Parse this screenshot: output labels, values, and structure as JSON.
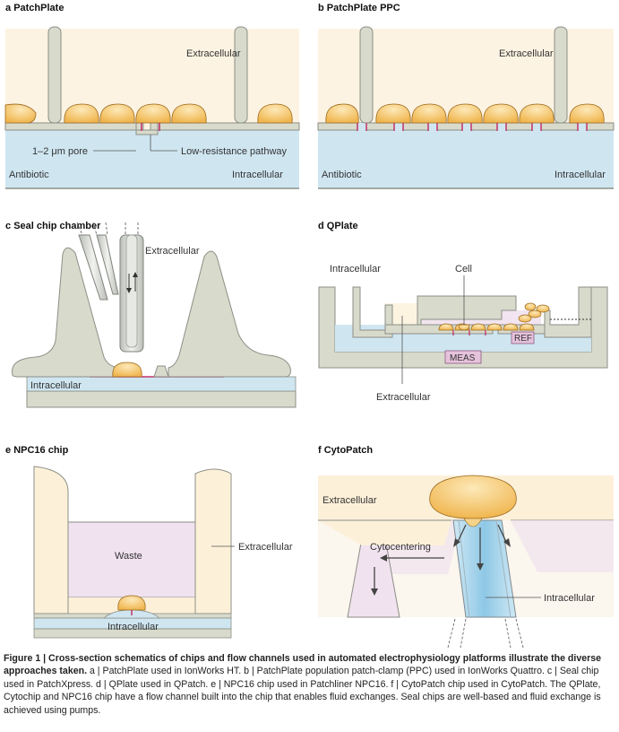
{
  "panels": {
    "a": {
      "letter": "a",
      "title": "PatchPlate",
      "extracellular": "Extracellular",
      "pore": "1–2 μm pore",
      "pathway": "Low-resistance pathway",
      "antibiotic": "Antibiotic",
      "intracellular": "Intracellular"
    },
    "b": {
      "letter": "b",
      "title": "PatchPlate PPC",
      "extracellular": "Extracellular",
      "antibiotic": "Antibiotic",
      "intracellular": "Intracellular"
    },
    "c": {
      "letter": "c",
      "title": "Seal chip chamber",
      "extracellular": "Extracellular",
      "intracellular": "Intracellular"
    },
    "d": {
      "letter": "d",
      "title": "QPlate",
      "intracellular": "Intracellular",
      "cell": "Cell",
      "ref": "REF",
      "meas": "MEAS",
      "extracellular": "Extracellular"
    },
    "e": {
      "letter": "e",
      "title": "NPC16 chip",
      "waste": "Waste",
      "extracellular": "Extracellular",
      "intracellular": "Intracellular"
    },
    "f": {
      "letter": "f",
      "title": "CytoPatch",
      "extracellular": "Extracellular",
      "cytocentering": "Cytocentering",
      "intracellular": "Intracellular"
    }
  },
  "caption": {
    "head": "Figure 1 | Cross-section schematics of chips and flow channels used in automated electrophysiology platforms illustrate the diverse approaches taken.",
    "body": " a | PatchPlate used in IonWorks HT. b | PatchPlate population patch-clamp (PPC) used in IonWorks Quattro. c | Seal chip used in PatchXpress. d | QPlate used in QPatch. e | NPC16 chip used in Patchliner NPC16. f | CytoPatch chip used in CytoPatch. The QPlate, Cytochip and NPC16 chip have a flow channel built into the chip that enables fluid exchanges. Seal chips are well-based and fluid exchange is achieved using pumps."
  },
  "colors": {
    "cell": "#f4c46e",
    "blue": "#cfe6f1",
    "grey": "#d8dacc",
    "wall": "#fdf0d9",
    "pink": "#f1e2ef",
    "accent": "#c0336b"
  }
}
